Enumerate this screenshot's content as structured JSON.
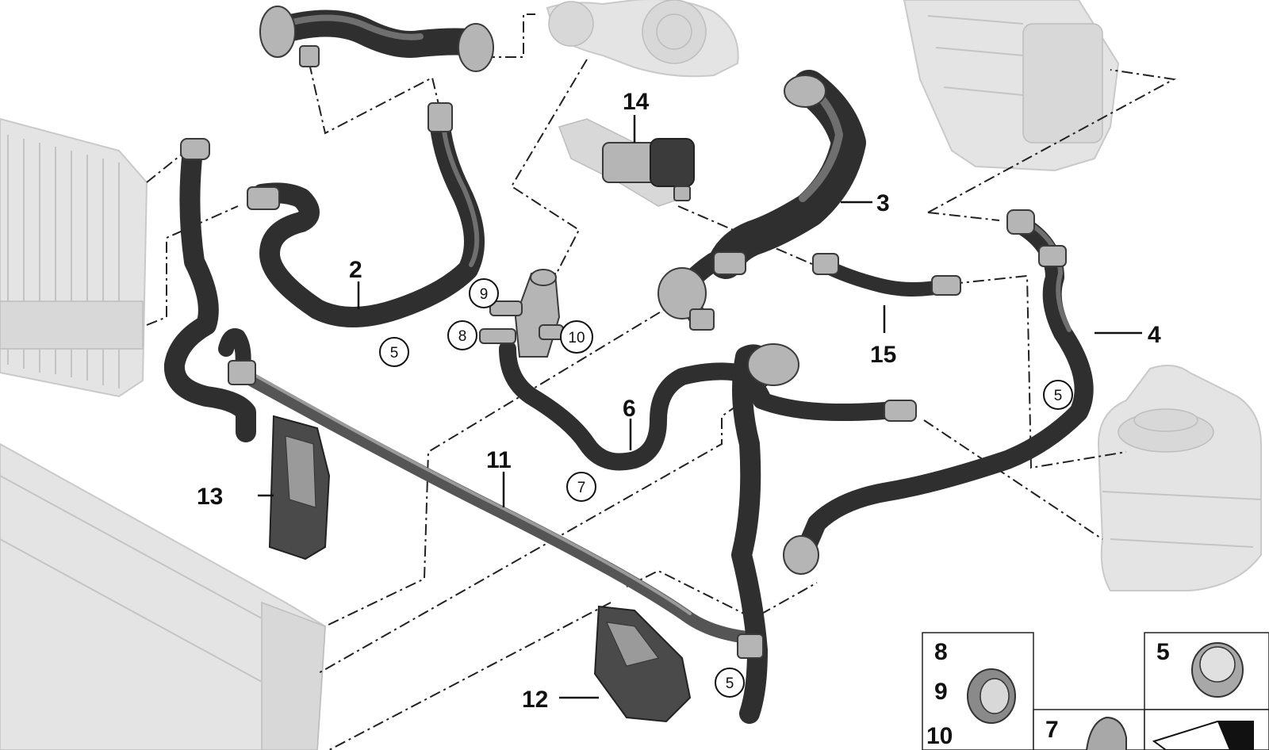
{
  "callouts": [
    {
      "id": "c2",
      "text": "2"
    },
    {
      "id": "c3",
      "text": "3"
    },
    {
      "id": "c4",
      "text": "4"
    },
    {
      "id": "c6",
      "text": "6"
    },
    {
      "id": "c11",
      "text": "11"
    },
    {
      "id": "c12",
      "text": "12"
    },
    {
      "id": "c13",
      "text": "13"
    },
    {
      "id": "c14",
      "text": "14"
    },
    {
      "id": "c15",
      "text": "15"
    }
  ],
  "circled_callouts": [
    {
      "id": "k5a",
      "text": "5"
    },
    {
      "id": "k5b",
      "text": "5"
    },
    {
      "id": "k5c",
      "text": "5"
    },
    {
      "id": "k7",
      "text": "7"
    },
    {
      "id": "k8",
      "text": "8"
    },
    {
      "id": "k9",
      "text": "9"
    },
    {
      "id": "k10",
      "text": "10"
    }
  ],
  "legend": {
    "box_a_labels": [
      "8",
      "9",
      "10"
    ],
    "box_b_label": "5",
    "box_c_label": "7"
  },
  "colors": {
    "hose": "#2f2f2f",
    "ghost_part": "#e4e4e4",
    "connector": "#b5b5b5",
    "line": "#222222"
  }
}
